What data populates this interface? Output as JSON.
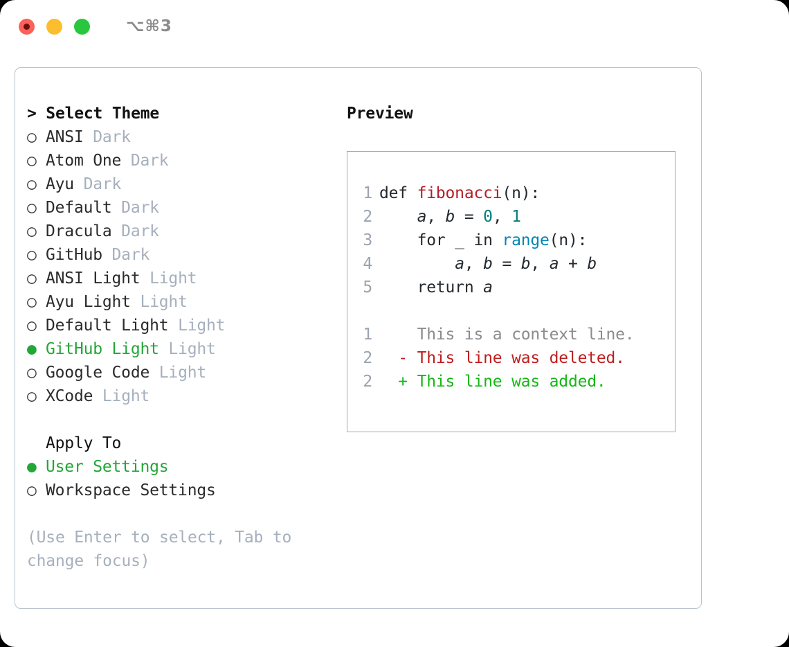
{
  "titlebar": {
    "shortcut": "⌥⌘3",
    "buttons": [
      {
        "name": "close",
        "color": "#fb6158"
      },
      {
        "name": "minimize",
        "color": "#fcbd2e"
      },
      {
        "name": "maximize",
        "color": "#28c73f"
      }
    ]
  },
  "theme_panel": {
    "header": "> Select Theme",
    "themes": [
      {
        "bullet": "○",
        "label": "ANSI",
        "kind": "Dark",
        "selected": false
      },
      {
        "bullet": "○",
        "label": "Atom One",
        "kind": "Dark",
        "selected": false
      },
      {
        "bullet": "○",
        "label": "Ayu",
        "kind": "Dark",
        "selected": false
      },
      {
        "bullet": "○",
        "label": "Default",
        "kind": "Dark",
        "selected": false
      },
      {
        "bullet": "○",
        "label": "Dracula",
        "kind": "Dark",
        "selected": false
      },
      {
        "bullet": "○",
        "label": "GitHub",
        "kind": "Dark",
        "selected": false
      },
      {
        "bullet": "○",
        "label": "ANSI Light",
        "kind": "Light",
        "selected": false
      },
      {
        "bullet": "○",
        "label": "Ayu Light",
        "kind": "Light",
        "selected": false
      },
      {
        "bullet": "○",
        "label": "Default Light",
        "kind": "Light",
        "selected": false
      },
      {
        "bullet": "●",
        "label": "GitHub Light",
        "kind": "Light",
        "selected": true
      },
      {
        "bullet": "○",
        "label": "Google Code",
        "kind": "Light",
        "selected": false
      },
      {
        "bullet": "○",
        "label": "XCode",
        "kind": "Light",
        "selected": false
      }
    ],
    "apply_to": {
      "title": "Apply To",
      "options": [
        {
          "bullet": "●",
          "label": "User Settings",
          "selected": true
        },
        {
          "bullet": "○",
          "label": "Workspace Settings",
          "selected": false
        }
      ]
    },
    "hint": "(Use Enter to select, Tab to change focus)"
  },
  "preview": {
    "title": "Preview",
    "code_lines": [
      {
        "no": "1",
        "tokens": [
          {
            "t": "def ",
            "c": "plain"
          },
          {
            "t": "fibonacci",
            "c": "fn"
          },
          {
            "t": "(n):",
            "c": "plain"
          }
        ]
      },
      {
        "no": "2",
        "tokens": [
          {
            "t": "    ",
            "c": "plain"
          },
          {
            "t": "a",
            "c": "var"
          },
          {
            "t": ", ",
            "c": "plain"
          },
          {
            "t": "b",
            "c": "var"
          },
          {
            "t": " = ",
            "c": "plain"
          },
          {
            "t": "0",
            "c": "num"
          },
          {
            "t": ", ",
            "c": "plain"
          },
          {
            "t": "1",
            "c": "num"
          }
        ]
      },
      {
        "no": "3",
        "tokens": [
          {
            "t": "    for _ in ",
            "c": "plain"
          },
          {
            "t": "range",
            "c": "call"
          },
          {
            "t": "(n):",
            "c": "plain"
          }
        ]
      },
      {
        "no": "4",
        "tokens": [
          {
            "t": "        ",
            "c": "plain"
          },
          {
            "t": "a",
            "c": "var"
          },
          {
            "t": ", ",
            "c": "plain"
          },
          {
            "t": "b",
            "c": "var"
          },
          {
            "t": " = ",
            "c": "plain"
          },
          {
            "t": "b",
            "c": "var"
          },
          {
            "t": ", ",
            "c": "plain"
          },
          {
            "t": "a",
            "c": "var"
          },
          {
            "t": " + ",
            "c": "plain"
          },
          {
            "t": "b",
            "c": "var"
          }
        ]
      },
      {
        "no": "5",
        "tokens": [
          {
            "t": "    return ",
            "c": "plain"
          },
          {
            "t": "a",
            "c": "var"
          }
        ]
      }
    ],
    "diff_lines": [
      {
        "no": "1",
        "marker": "  ",
        "text": "This is a context line.",
        "kind": "ctx"
      },
      {
        "no": "2",
        "marker": "- ",
        "text": "This line was deleted.",
        "kind": "del"
      },
      {
        "no": "2",
        "marker": "+ ",
        "text": "This line was added.",
        "kind": "add"
      }
    ]
  },
  "colors": {
    "accent_green": "#22a637",
    "muted": "#a6b0bd",
    "border": "#b9c2cd",
    "fn_red": "#b31d28",
    "num_teal": "#017d7d",
    "call_blue": "#0086b3",
    "diff_del": "#c01d1d",
    "diff_add": "#15b715"
  }
}
